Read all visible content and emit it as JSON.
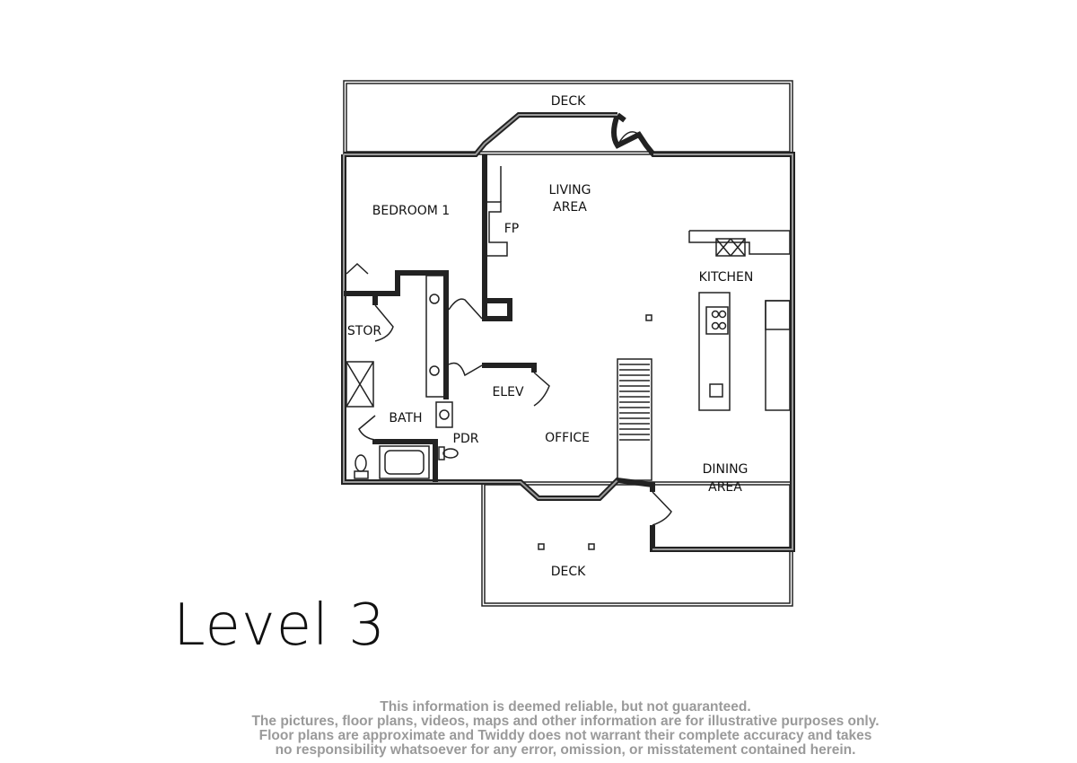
{
  "floor_plan": {
    "rooms": {
      "deck_top": "DECK",
      "living_line1": "LIVING",
      "living_line2": "AREA",
      "bedroom": "BEDROOM 1",
      "fireplace": "FP",
      "kitchen": "KITCHEN",
      "storage": "STOR",
      "elevator": "ELEV",
      "bath": "BATH",
      "powder_room": "PDR",
      "office": "OFFICE",
      "dining_line1": "DINING",
      "dining_line2": "AREA",
      "deck_bottom": "DECK"
    }
  },
  "level_title": "Level 3",
  "disclaimer": [
    "This information is deemed reliable, but not guaranteed.",
    "The pictures, floor plans, videos, maps and other information are for illustrative purposes only.",
    "Floor plans are approximate and Twiddy does not warrant their complete accuracy and takes",
    "no responsibility whatsoever for any error, omission, or misstatement contained herein."
  ]
}
